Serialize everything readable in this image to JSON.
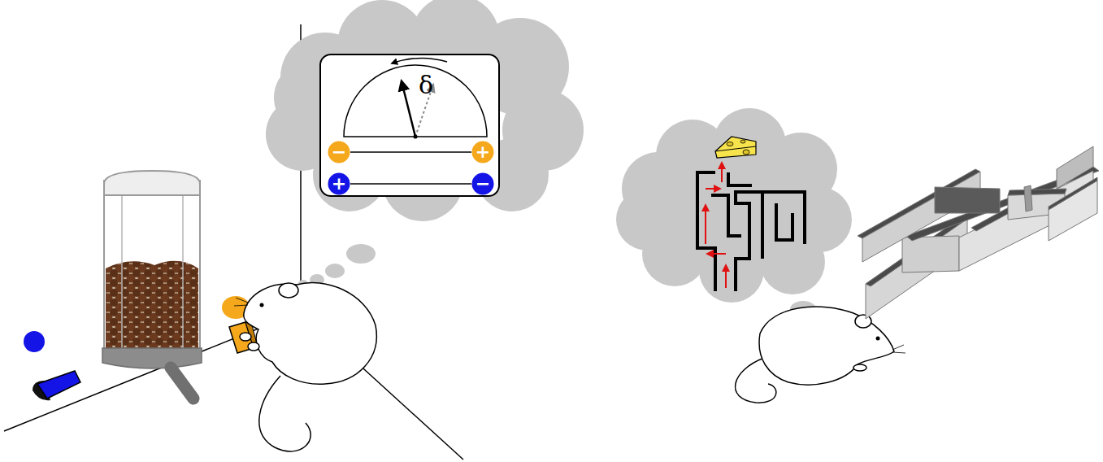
{
  "diagram": {
    "nodes": [
      {
        "text": [
          "δ"
        ]
      },
      {
        "text": [
          "−"
        ],
        "in": 0
      },
      {
        "text": [
          "+"
        ],
        "in": 0
      },
      {
        "text": [
          "+"
        ],
        "in": 0
      },
      {
        "text": [
          "−"
        ],
        "in": 0
      }
    ],
    "edges": [
      {
        "from": 1,
        "to": 2,
        "arrow": "none"
      },
      {
        "from": 3,
        "to": 4,
        "arrow": "none"
      }
    ]
  }
}
